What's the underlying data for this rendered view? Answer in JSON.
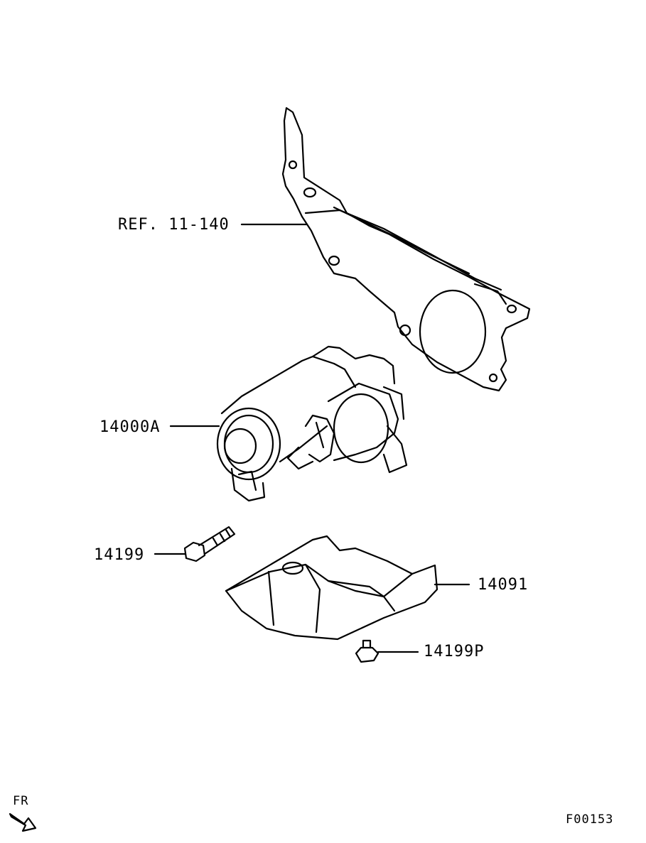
{
  "labels": {
    "ref": "REF. 11-140",
    "starter": "14000A",
    "bolt": "14199",
    "cover": "14091",
    "nut": "14199P",
    "front": "FR",
    "figure": "F00153"
  },
  "colors": {
    "ink": "#000000",
    "paper": "#ffffff"
  },
  "icons": {
    "front": "front-arrow-icon"
  }
}
